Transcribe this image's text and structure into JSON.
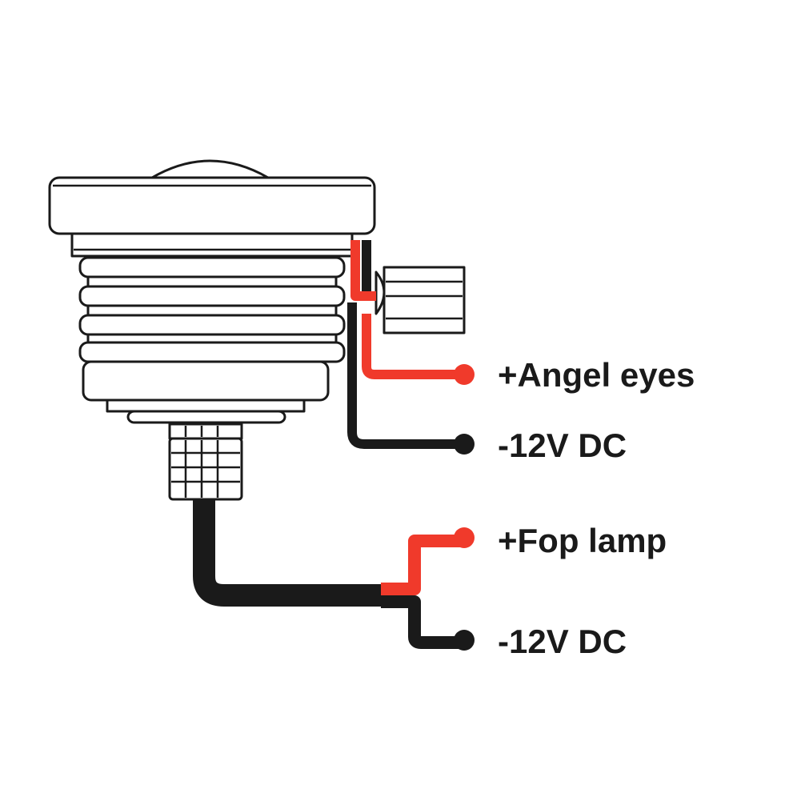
{
  "colors": {
    "positive_wire": "#f03a2b",
    "negative_wire": "#1a1a1a",
    "outline": "#1a1a1a",
    "background": "#ffffff"
  },
  "labels": {
    "angel_eyes_positive": "+Angel eyes",
    "angel_eyes_negative": "-12V DC",
    "fog_lamp_positive": "+Fop lamp",
    "fog_lamp_negative": "-12V DC"
  }
}
